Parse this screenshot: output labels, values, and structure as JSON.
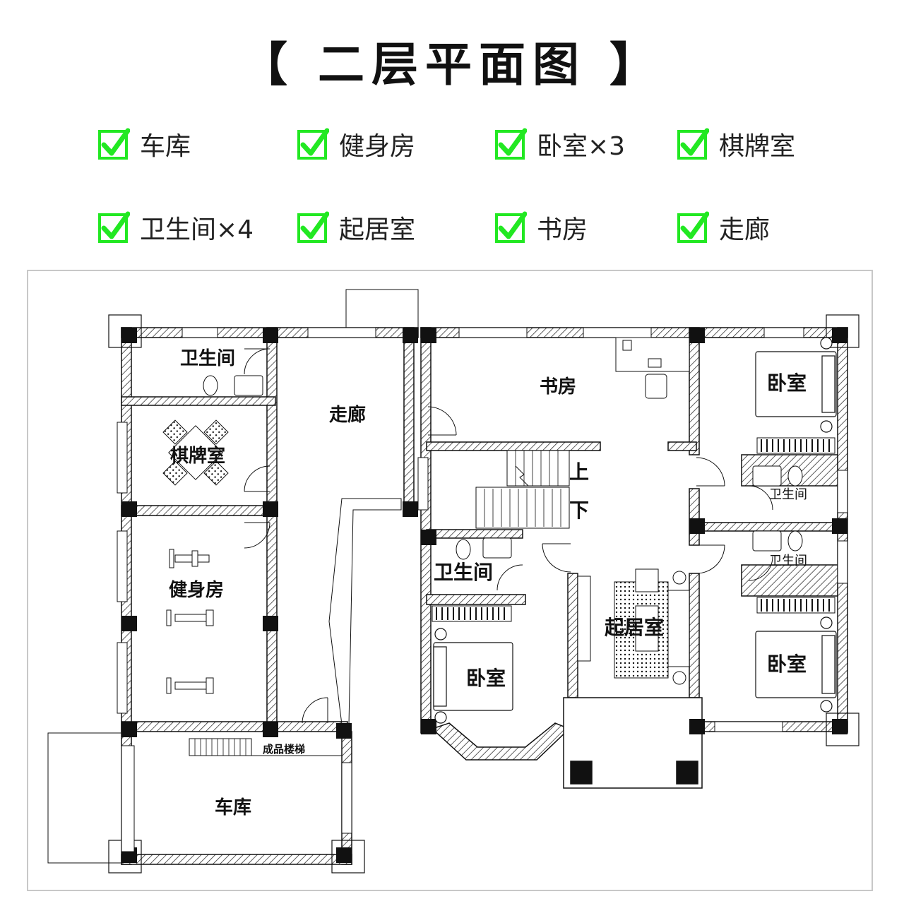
{
  "title": "【 二层平面图 】",
  "features": [
    {
      "label": "车库"
    },
    {
      "label": "健身房"
    },
    {
      "label": "卧室×3"
    },
    {
      "label": "棋牌室"
    },
    {
      "label": "卫生间×4"
    },
    {
      "label": "起居室"
    },
    {
      "label": "书房"
    },
    {
      "label": "走廊"
    }
  ],
  "colors": {
    "check_green": "#22e822",
    "wall": "#111111",
    "hatch": "#333333",
    "frame": "#c8c8c8"
  },
  "plan": {
    "rooms": {
      "bath_top_left": "卫生间",
      "chess_room": "棋牌室",
      "gym": "健身房",
      "corridor": "走廊",
      "study": "书房",
      "bedroom_top_right": "卧室",
      "bath_right_upper": "卫生间",
      "bath_right_lower": "卫生间",
      "bedroom_bottom_right": "卧室",
      "bath_center": "卫生间",
      "bedroom_center": "卧室",
      "living_room": "起居室",
      "garage": "车库",
      "prefab_stairs": "成品楼梯"
    },
    "stairs": {
      "up": "上",
      "down": "下"
    }
  }
}
